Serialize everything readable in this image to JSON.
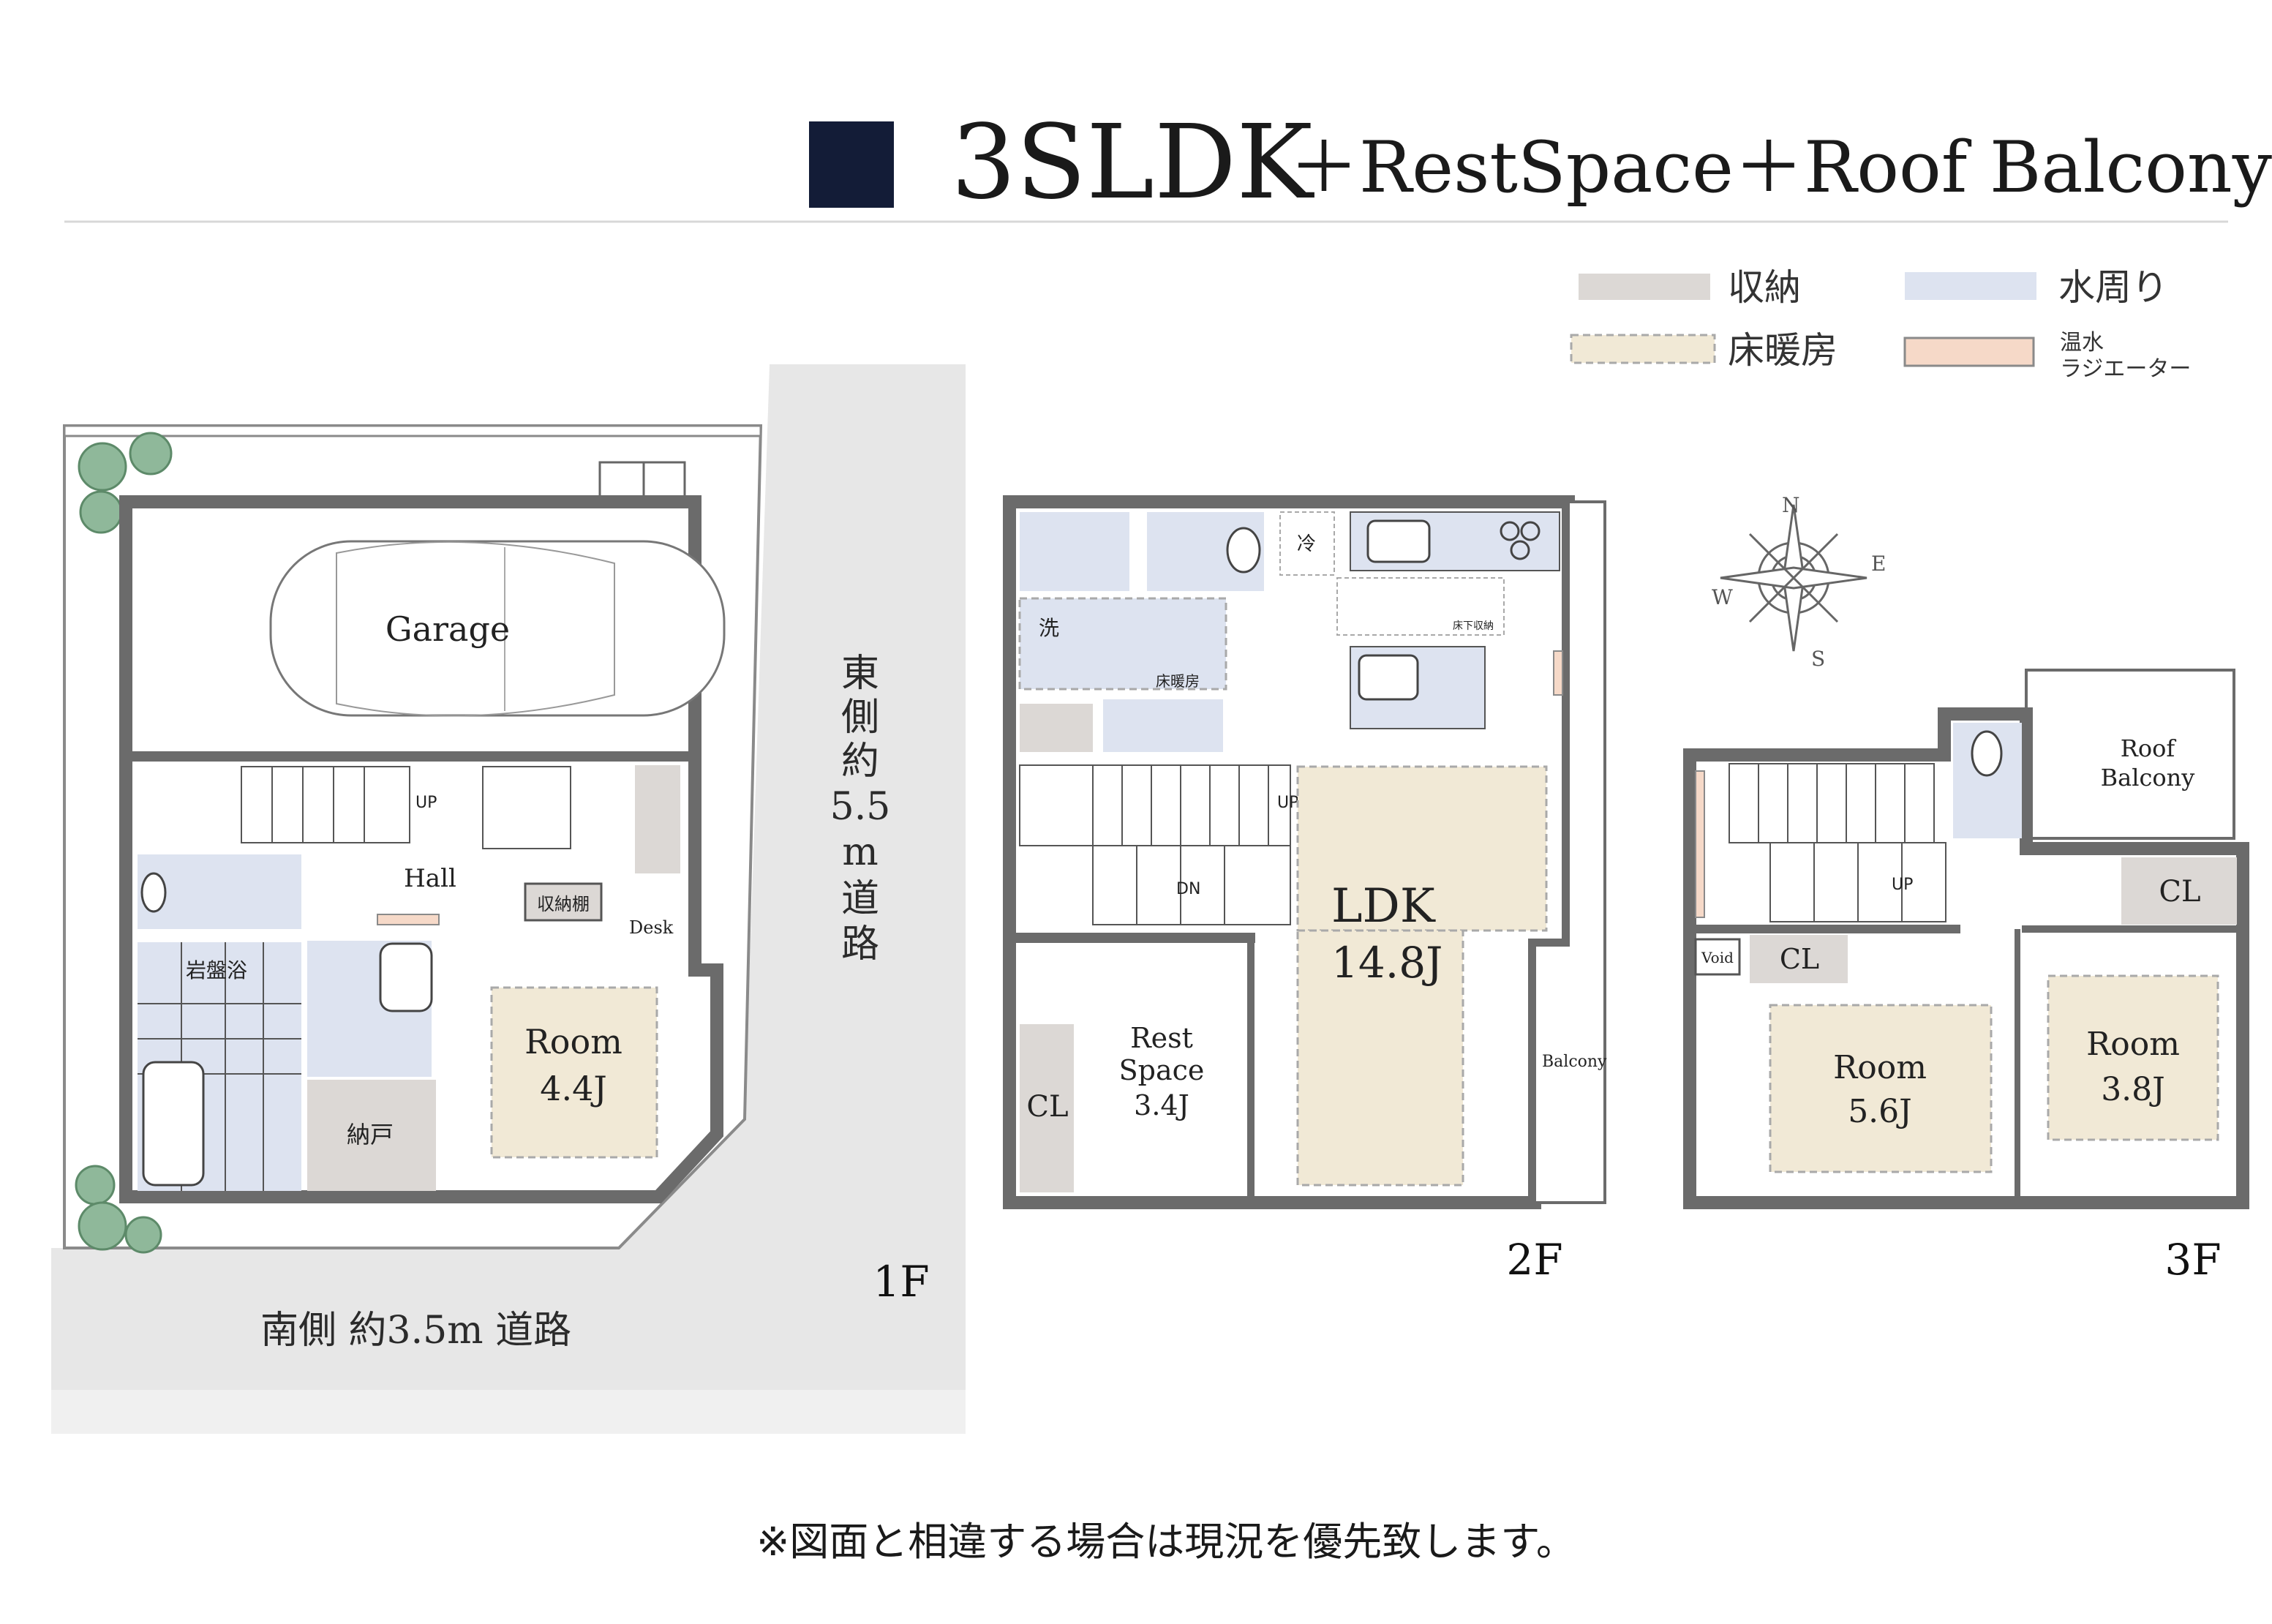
{
  "header": {
    "title_main": "3SLDK",
    "title_rest": "＋RestSpace＋Roof Balcony"
  },
  "legend": {
    "storage": "収納",
    "water": "水周り",
    "floor_heating": "床暖房",
    "radiator_line1": "温水",
    "radiator_line2": "ラジエーター"
  },
  "colors": {
    "storage": "#dcd8d5",
    "water": "#dde3f0",
    "floor_heating": "#f1e9d6",
    "radiator": "#f6d9c8",
    "wall": "#6b6b6b",
    "title_square": "#131c37",
    "road": "#e6e6e6"
  },
  "roads": {
    "east_chars": [
      "東",
      "側",
      "約",
      "5.5",
      "m",
      "道",
      "路"
    ],
    "south": "南側 約3.5m 道路"
  },
  "compass": {
    "n": "N",
    "e": "E",
    "s": "S",
    "w": "W"
  },
  "floor1": {
    "label": "1F",
    "garage": "Garage",
    "up": "UP",
    "hall": "Hall",
    "storage_shelf": "収納棚",
    "desk": "Desk",
    "bath": "岩盤浴",
    "nando": "納戸",
    "room_name": "Room",
    "room_size": "4.4J"
  },
  "floor2": {
    "label": "2F",
    "fridge": "冷",
    "washer": "洗",
    "floor_heating_note": "床暖房",
    "underfloor": "床下収納",
    "up": "UP",
    "dn": "DN",
    "ldk_name": "LDK",
    "ldk_size": "14.8J",
    "rest_line1": "Rest",
    "rest_line2": "Space",
    "rest_size": "3.4J",
    "cl": "CL",
    "balcony": "Balcony"
  },
  "floor3": {
    "label": "3F",
    "roof_line1": "Roof",
    "roof_line2": "Balcony",
    "up": "UP",
    "cl_right": "CL",
    "void": "Void",
    "cl_mid": "CL",
    "room_a_name": "Room",
    "room_a_size": "5.6J",
    "room_b_name": "Room",
    "room_b_size": "3.8J"
  },
  "footnote": "※図面と相違する場合は現況を優先致します。"
}
